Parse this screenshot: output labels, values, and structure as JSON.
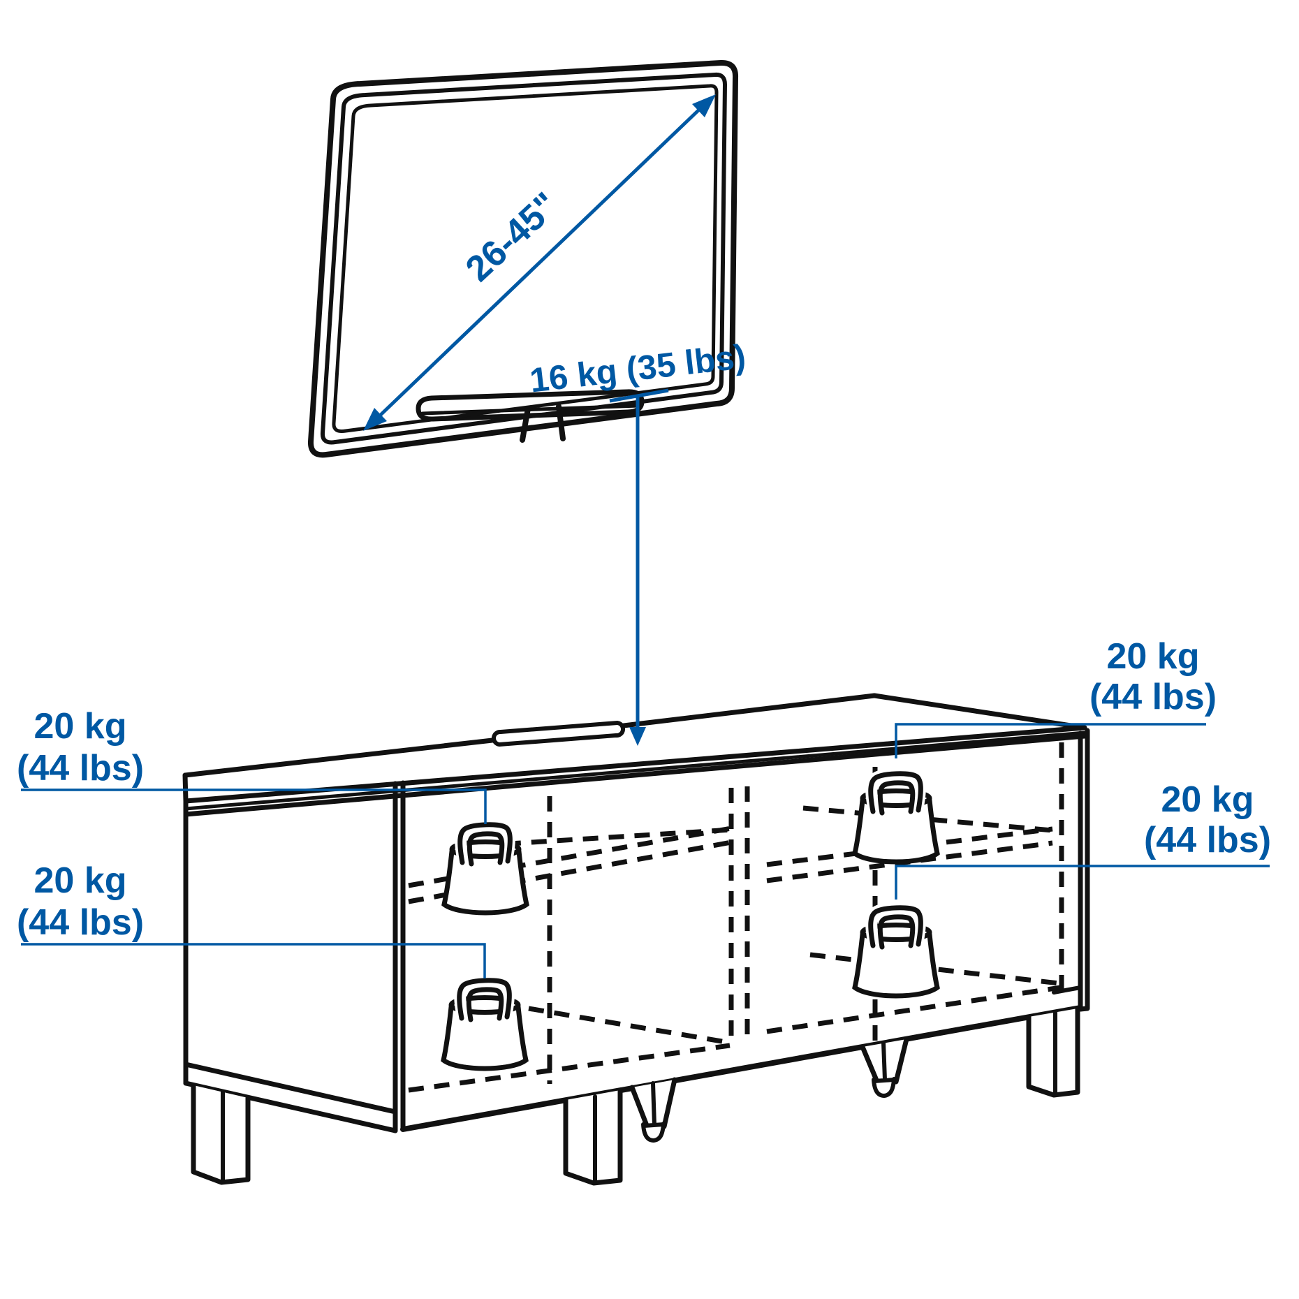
{
  "page": {
    "background": "#ffffff"
  },
  "diagram": {
    "type": "product-dimension-diagram",
    "product": "tv-bench-with-tv",
    "colors": {
      "accent": "#0058A3",
      "line": "#111111",
      "background": "#ffffff"
    },
    "tv": {
      "screen_size_range": "26-45\"",
      "max_tv_weight": "16 kg (35 lbs)"
    },
    "capacities": [
      {
        "position": "left-top",
        "kg": "20 kg",
        "lbs": "(44 lbs)"
      },
      {
        "position": "left-bottom",
        "kg": "20 kg",
        "lbs": "(44 lbs)"
      },
      {
        "position": "right-top",
        "kg": "20 kg",
        "lbs": "(44 lbs)"
      },
      {
        "position": "right-bottom",
        "kg": "20 kg",
        "lbs": "(44 lbs)"
      }
    ]
  }
}
